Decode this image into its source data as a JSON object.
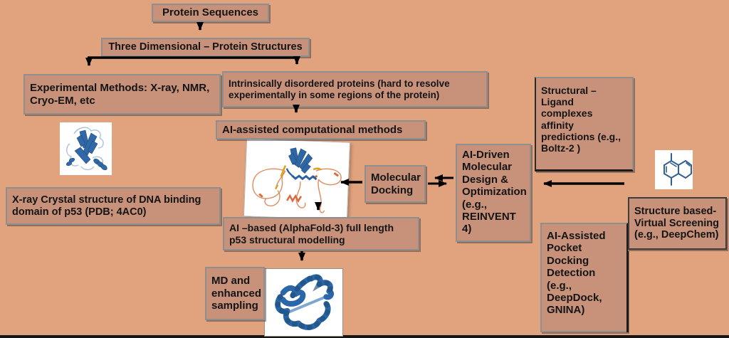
{
  "diagram_title": "Protein structure determination and AI-driven drug design workflow",
  "colors": {
    "background": "#E1A27E",
    "box_fill": "#C8917A",
    "box_border": "#8F8F8F",
    "arrow": "#000000",
    "protein_blue": "#2F66A5",
    "loop_orange": "#E08A5E",
    "segment_yellow": "#D9A420",
    "molecule_navy": "#33618F"
  },
  "nodes": {
    "protein_sequences": {
      "label": "Protein Sequences"
    },
    "three_dimensional": {
      "label": "Three Dimensional – Protein Structures"
    },
    "experimental_methods": {
      "label": "Experimental Methods: X-ray, NMR,\nCryo-EM, etc"
    },
    "intrinsically_disordered": {
      "label": "Intrinsically disordered proteins (hard to resolve\nexperimentally in some regions of the protein)"
    },
    "ai_assisted": {
      "label": "AI-assisted computational methods"
    },
    "xray_crystal": {
      "label": "X-ray Crystal structure of DNA binding\ndomain of p53 (PDB; 4AC0)"
    },
    "molecular_docking": {
      "label": "Molecular\nDocking"
    },
    "ai_driven": {
      "label": "AI-Driven\nMolecular\nDesign &\nOptimization\n(e.g.,\nREINVENT 4)"
    },
    "structural_ligand": {
      "label": "Structural –\nLigand\ncomplexes\naffinity\npredictions (e.g.,\nBoltz-2 )"
    },
    "structure_based": {
      "label": "Structure based-\nVirtual Screening\n(e.g., DeepChem)"
    },
    "pocket_docking": {
      "label": "AI-Assisted\nPocket\nDocking\nDetection\n(e.g.,\nDeepDock,\nGNINA)"
    },
    "alphafold": {
      "label": "AI –based (AlphaFold-3) full length\np53 structural modelling"
    },
    "md_sampling": {
      "label": "MD and\nenhanced\nsampling"
    }
  },
  "images": {
    "p53_dbd": "p53-dbd-ribbon-structure",
    "alphafold_model": "alphafold-full-length-model",
    "md_model": "md-sampled-structure",
    "ligand": "small-molecule-ligand"
  }
}
